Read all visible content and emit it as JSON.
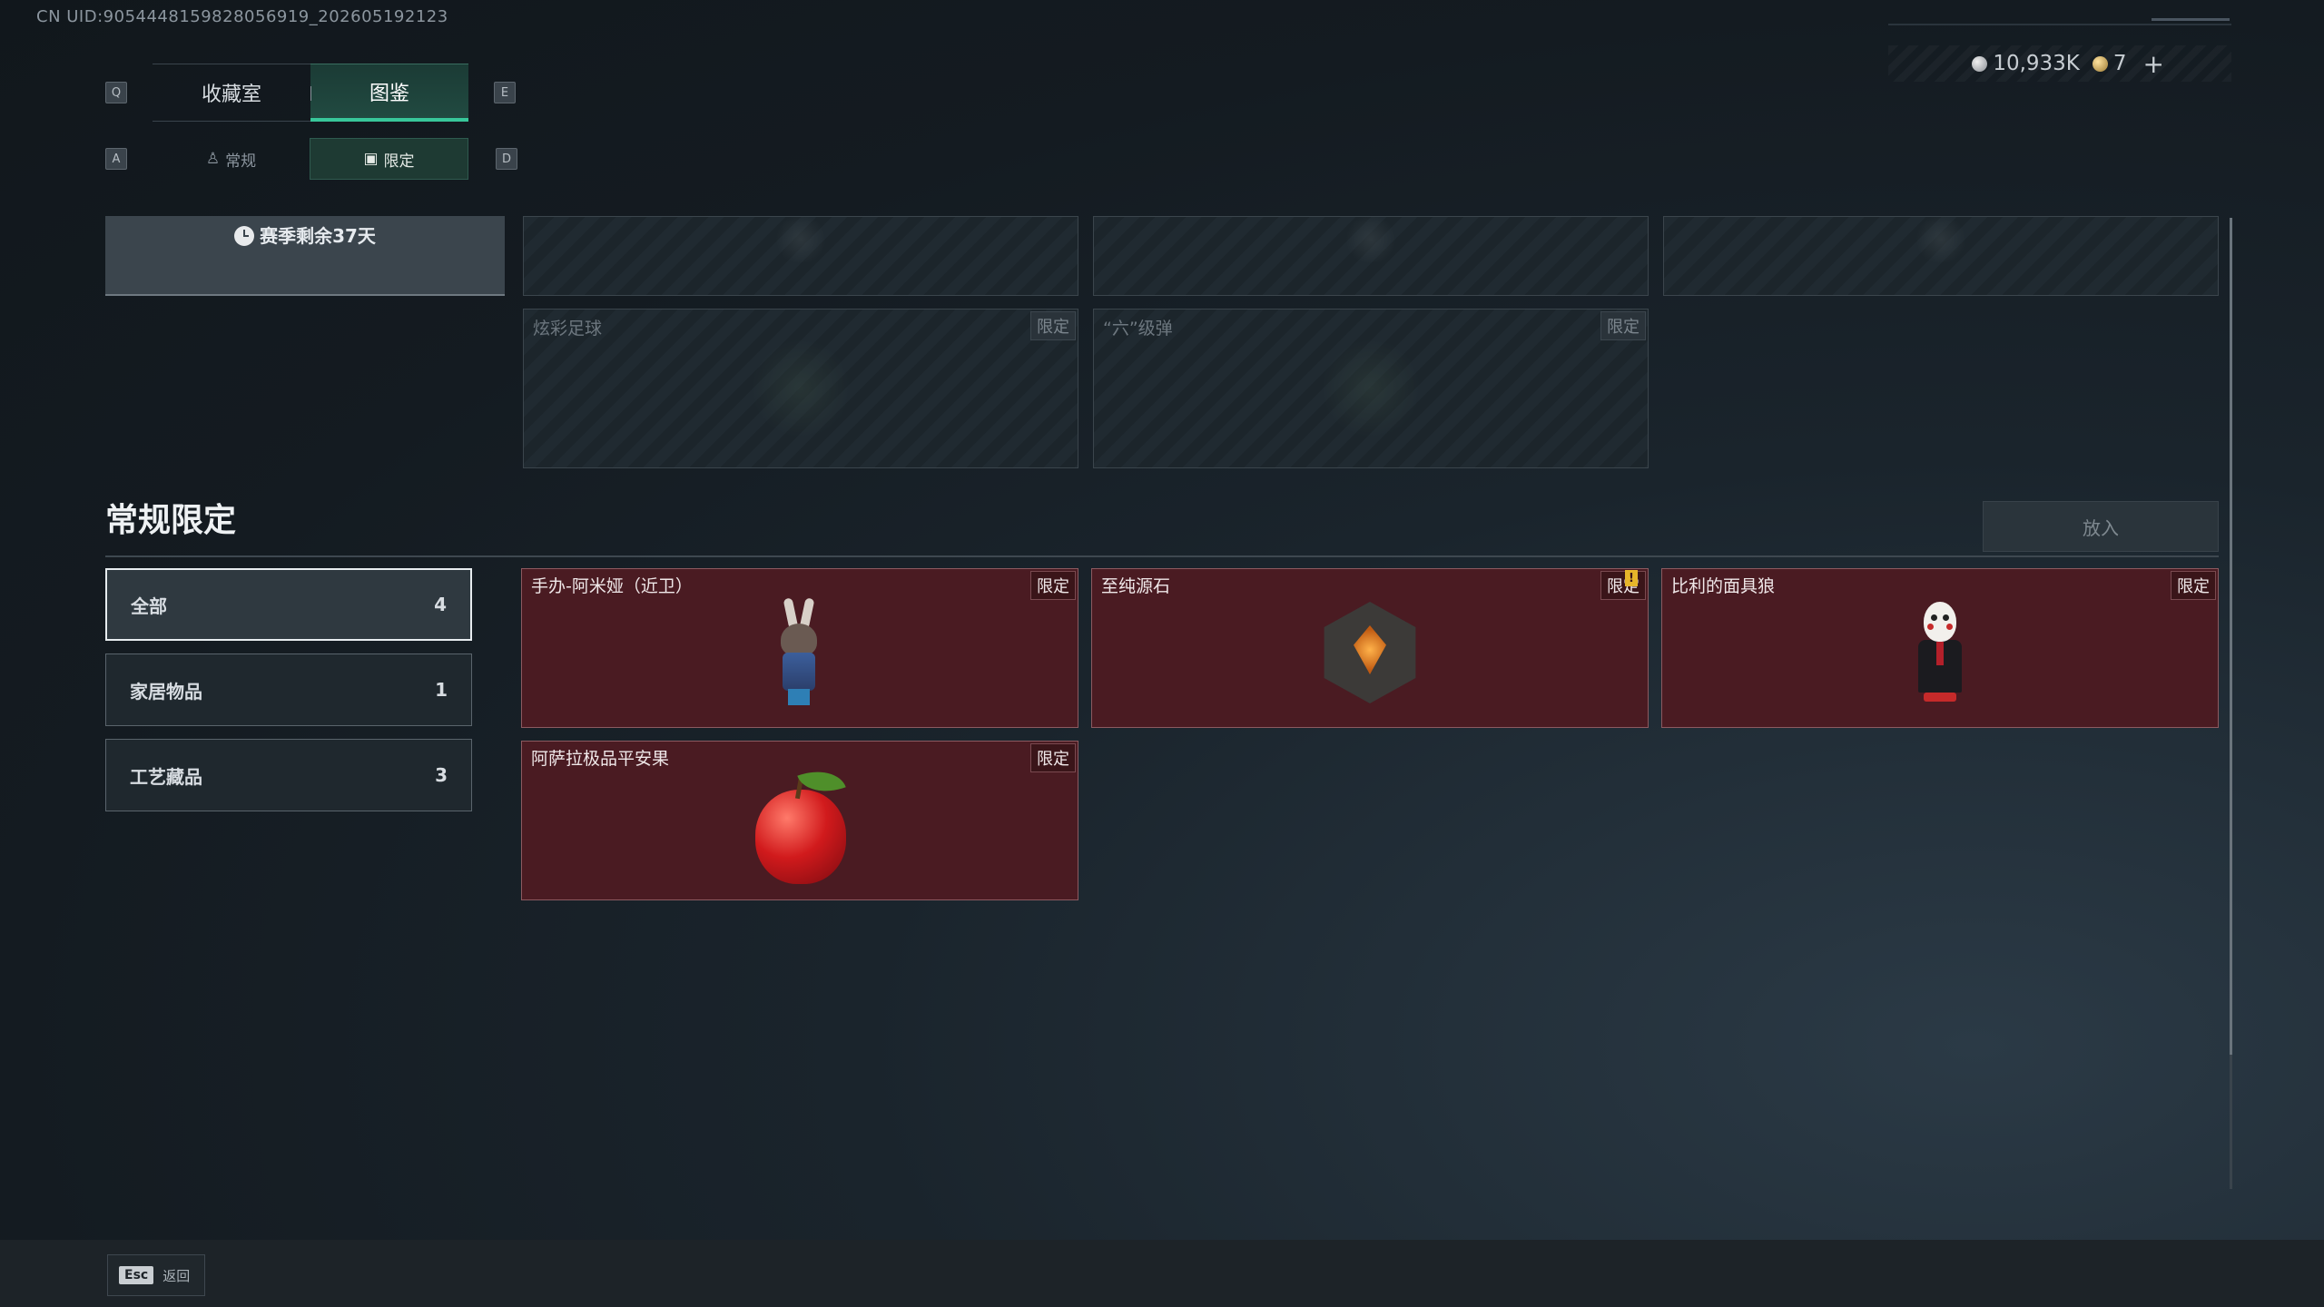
{
  "uid": "CN UID:9054448159828056919_202605192123",
  "currency": {
    "silver_amount": "10,933K",
    "gold_amount": "7",
    "plus": "+"
  },
  "tabs": {
    "left_key": "Q",
    "right_key": "E",
    "items": [
      {
        "label": "收藏室"
      },
      {
        "label": "图鉴"
      }
    ]
  },
  "subtabs": {
    "left_key": "A",
    "right_key": "D",
    "items": [
      {
        "label": "常规",
        "icon": "figure-icon"
      },
      {
        "label": "限定",
        "icon": "image-icon"
      }
    ]
  },
  "season": {
    "text": "赛季剩余37天"
  },
  "showcase": {
    "cards": [
      {
        "name": "炫彩足球",
        "badge": "限定"
      },
      {
        "name": "“六”级弹",
        "badge": "限定"
      }
    ]
  },
  "section": {
    "title": "常规限定",
    "put_button": "放入"
  },
  "categories": [
    {
      "label": "全部",
      "count": "4"
    },
    {
      "label": "家居物品",
      "count": "1"
    },
    {
      "label": "工艺藏品",
      "count": "3"
    }
  ],
  "items": [
    {
      "name": "手办-阿米娅（近卫）",
      "badge": "限定",
      "icon": "amiya-figure-icon"
    },
    {
      "name": "至纯源石",
      "badge": "限定",
      "icon": "originium-gem-icon",
      "new_mark": "!"
    },
    {
      "name": "比利的面具狼",
      "badge": "限定",
      "icon": "billy-puppet-icon"
    },
    {
      "name": "阿萨拉极品平安果",
      "badge": "限定",
      "icon": "red-apple-icon"
    }
  ],
  "footer": {
    "esc_key": "Esc",
    "back_label": "返回"
  }
}
